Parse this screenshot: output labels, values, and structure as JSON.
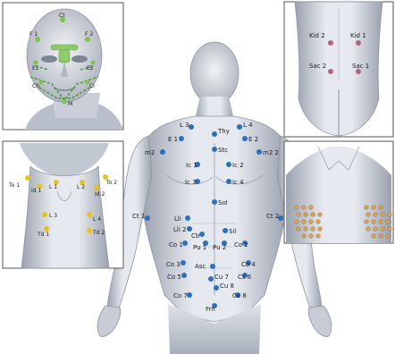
{
  "colors": {
    "body_point": "#2c6fc1",
    "face_point": "#7bc34a",
    "face_line": "#3e9a2a",
    "neck_point": "#e6c21e",
    "back_point": "#b3647a",
    "chest_point": "#d9a25a",
    "skin_light": "#eceef2",
    "skin_mid": "#c9ced8",
    "skin_dark": "#8f97a6",
    "panel_border": "#555555"
  },
  "face": {
    "points": [
      {
        "id": "f1",
        "label": "Ct"
      },
      {
        "id": "f2",
        "label": "F 1"
      },
      {
        "id": "f3",
        "label": "F 2"
      },
      {
        "id": "f4",
        "label": "E1"
      },
      {
        "id": "f5",
        "label": "E2"
      },
      {
        "id": "f6",
        "label": "Ch"
      },
      {
        "id": "f7",
        "label": "Ci"
      },
      {
        "id": "f8",
        "label": "M"
      }
    ]
  },
  "neck": {
    "points": [
      {
        "id": "n1",
        "label": "To 1"
      },
      {
        "id": "n2",
        "label": "Id 1"
      },
      {
        "id": "n3",
        "label": "L 1"
      },
      {
        "id": "n4",
        "label": "L 2"
      },
      {
        "id": "n5",
        "label": "Id 2"
      },
      {
        "id": "n6",
        "label": "To 2"
      },
      {
        "id": "n7",
        "label": "L 3"
      },
      {
        "id": "n8",
        "label": "L 4"
      },
      {
        "id": "n9",
        "label": "Td 1"
      },
      {
        "id": "n10",
        "label": "Td 2"
      }
    ]
  },
  "back": {
    "points": [
      {
        "id": "b1",
        "label": "Kid 2"
      },
      {
        "id": "b2",
        "label": "Kid 1"
      },
      {
        "id": "b3",
        "label": "Sac 2"
      },
      {
        "id": "b4",
        "label": "Sac 1"
      }
    ]
  },
  "body": {
    "points": [
      {
        "id": "p1",
        "label": "L 3"
      },
      {
        "id": "p2",
        "label": "L 4"
      },
      {
        "id": "p3",
        "label": "Thy"
      },
      {
        "id": "p4",
        "label": "E 1"
      },
      {
        "id": "p5",
        "label": "E 2"
      },
      {
        "id": "p6",
        "label": "Stc"
      },
      {
        "id": "p7",
        "label": "m2"
      },
      {
        "id": "p8",
        "label": "m2 2"
      },
      {
        "id": "p9",
        "label": "Ic 1"
      },
      {
        "id": "p10",
        "label": "Ic 2"
      },
      {
        "id": "p11",
        "label": "Ic 3"
      },
      {
        "id": "p12",
        "label": "Ic 4"
      },
      {
        "id": "p13",
        "label": "Sol"
      },
      {
        "id": "p14",
        "label": "Ct 1"
      },
      {
        "id": "p15",
        "label": "Ct 2"
      },
      {
        "id": "p16",
        "label": "Lli"
      },
      {
        "id": "p17",
        "label": "Lli 2"
      },
      {
        "id": "p18",
        "label": "Cb"
      },
      {
        "id": "p19",
        "label": "Sil"
      },
      {
        "id": "p20",
        "label": "Co 1"
      },
      {
        "id": "p21",
        "label": "Pu 1"
      },
      {
        "id": "p22",
        "label": "Pu 2"
      },
      {
        "id": "p23",
        "label": "Co 2"
      },
      {
        "id": "p24",
        "label": "Co 3"
      },
      {
        "id": "p25",
        "label": "Asc"
      },
      {
        "id": "p26",
        "label": "Co 4"
      },
      {
        "id": "p27",
        "label": "Co 5"
      },
      {
        "id": "p28",
        "label": "Cs 6"
      },
      {
        "id": "p29",
        "label": "Co 7"
      },
      {
        "id": "p30",
        "label": "Co 8"
      },
      {
        "id": "p31",
        "label": "Cu 7"
      },
      {
        "id": "p32",
        "label": "Cu 8"
      },
      {
        "id": "p33",
        "label": "Frn"
      }
    ]
  }
}
